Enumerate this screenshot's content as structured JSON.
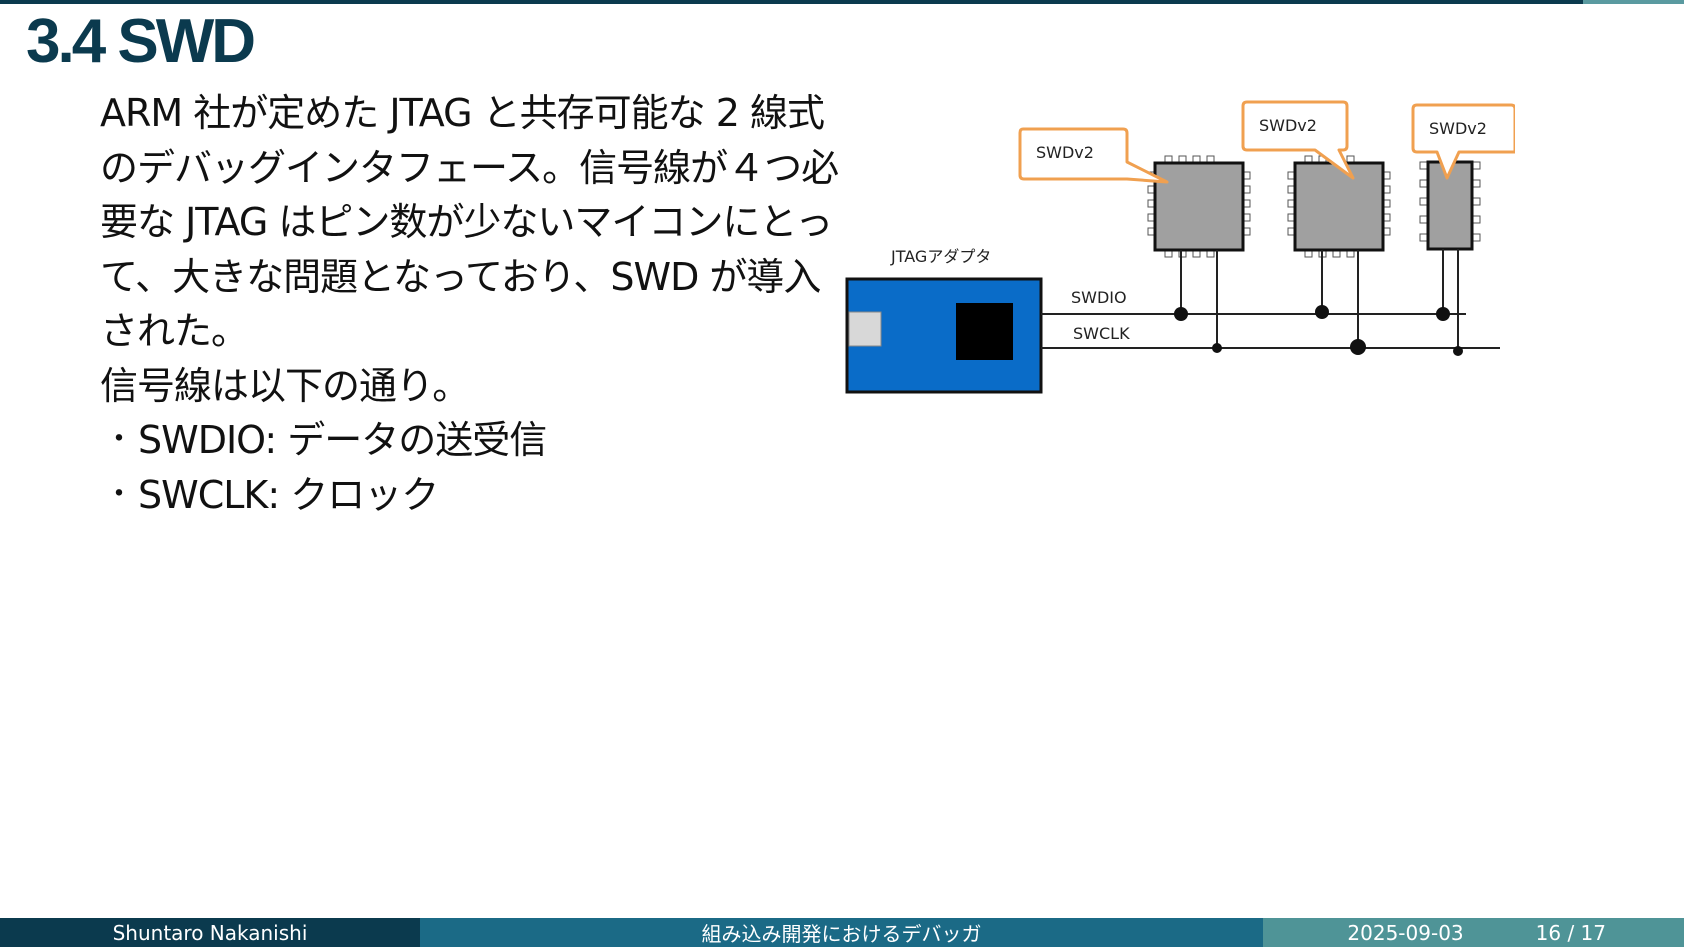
{
  "slide": {
    "title": "3.4 SWD",
    "paragraph1": "ARM 社が定めた JTAG と共存可能な 2 線式のデバッグインタフェース。信号線が４つ必要な JTAG はピン数が少ないマイコンにとって、大きな問題となっており、SWD が導入された。",
    "paragraph2": "信号線は以下の通り。",
    "bullets": [
      "SWDIO: データの送受信",
      "SWCLK: クロック"
    ],
    "bullet_marker": "・"
  },
  "diagram": {
    "adapter_label": "JTAGアダプタ",
    "line1_label": "SWDIO",
    "line2_label": "SWCLK",
    "callouts": [
      "SWDv2",
      "SWDv2",
      "SWDv2"
    ],
    "colors": {
      "adapter": "#0a6cc8",
      "chip": "#a0a0a0",
      "callout_border": "#f0a050"
    }
  },
  "footer": {
    "author": "Shuntaro Nakanishi",
    "deck_title": "組み込み開発におけるデバッガ",
    "date": "2025-09-03",
    "page": "16 / 17"
  },
  "colors": {
    "title": "#0b3a4e",
    "footer_left": "#0b3a4e",
    "footer_mid": "#1b6a86",
    "footer_right": "#4f9497"
  }
}
